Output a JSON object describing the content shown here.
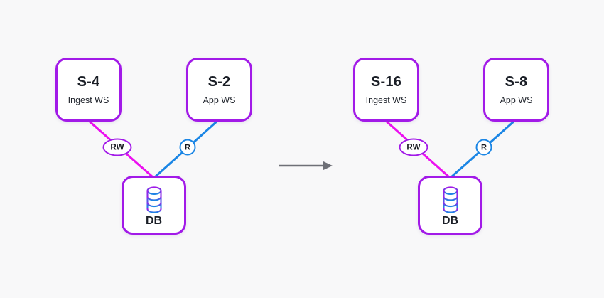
{
  "colors": {
    "background": "#F8F8F9",
    "node_fill": "#FFFFFF",
    "node_border_purple": "#A21AE8",
    "edge_magenta": "#EC10F0",
    "edge_blue": "#1B86E5",
    "text_dark": "#1B1F27",
    "arrow_gray": "#6E7077",
    "db_icon_gradient_top": "#A21AE8",
    "db_icon_gradient_bottom": "#1B86E5"
  },
  "panels": [
    {
      "id": "before",
      "servers": [
        {
          "title": "S-4",
          "subtitle": "Ingest WS",
          "edge_label": "RW"
        },
        {
          "title": "S-2",
          "subtitle": "App WS",
          "edge_label": "R"
        }
      ],
      "db": {
        "label": "DB"
      }
    },
    {
      "id": "after",
      "servers": [
        {
          "title": "S-16",
          "subtitle": "Ingest WS",
          "edge_label": "RW"
        },
        {
          "title": "S-8",
          "subtitle": "App WS",
          "edge_label": "R"
        }
      ],
      "db": {
        "label": "DB"
      }
    }
  ],
  "icons": {
    "database": "database-icon",
    "transition": "right-arrow-icon"
  }
}
